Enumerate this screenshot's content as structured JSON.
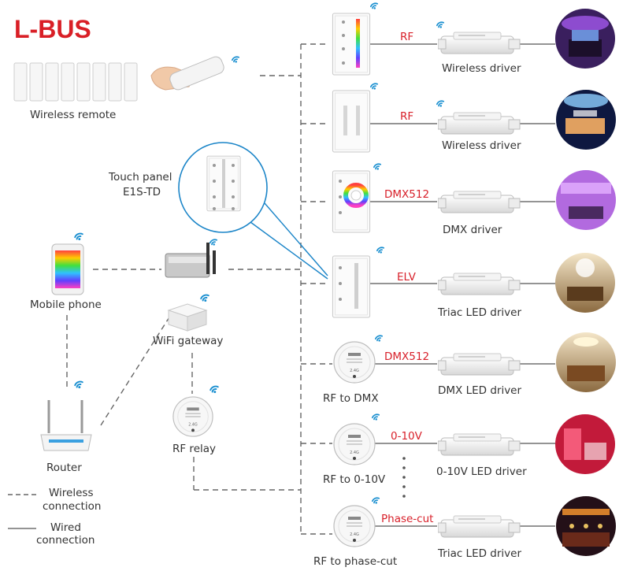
{
  "brand": {
    "logo_text": "L-BUS",
    "color": "#d91f26"
  },
  "colors": {
    "protocol": "#d8202a",
    "label": "#333333",
    "line": "#555555",
    "wifi": "#1a8fd0"
  },
  "left": {
    "wireless_remote": "Wireless remote",
    "touch_panel_line1": "Touch panel",
    "touch_panel_line2": "E1S-TD",
    "mobile_phone": "Mobile phone",
    "wifi_gateway": "WiFi gateway",
    "rf_relay": "RF relay",
    "router": "Router"
  },
  "legend": {
    "wireless_line1": "Wireless",
    "wireless_line2": "connection",
    "wired_line1": "Wired",
    "wired_line2": "connection"
  },
  "rows": [
    {
      "controller": "",
      "protocol": "RF",
      "driver": "Wireless driver"
    },
    {
      "controller": "",
      "protocol": "RF",
      "driver": "Wireless driver"
    },
    {
      "controller": "",
      "protocol": "DMX512",
      "driver": "DMX driver"
    },
    {
      "controller": "",
      "protocol": "ELV",
      "driver": "Triac LED driver"
    },
    {
      "controller": "RF to DMX",
      "protocol": "DMX512",
      "driver": "DMX LED driver"
    },
    {
      "controller": "RF to 0-10V",
      "protocol": "0-10V",
      "driver": "0-10V LED driver"
    },
    {
      "controller": "RF to phase-cut",
      "protocol": "Phase-cut",
      "driver": "Triac LED driver"
    }
  ]
}
